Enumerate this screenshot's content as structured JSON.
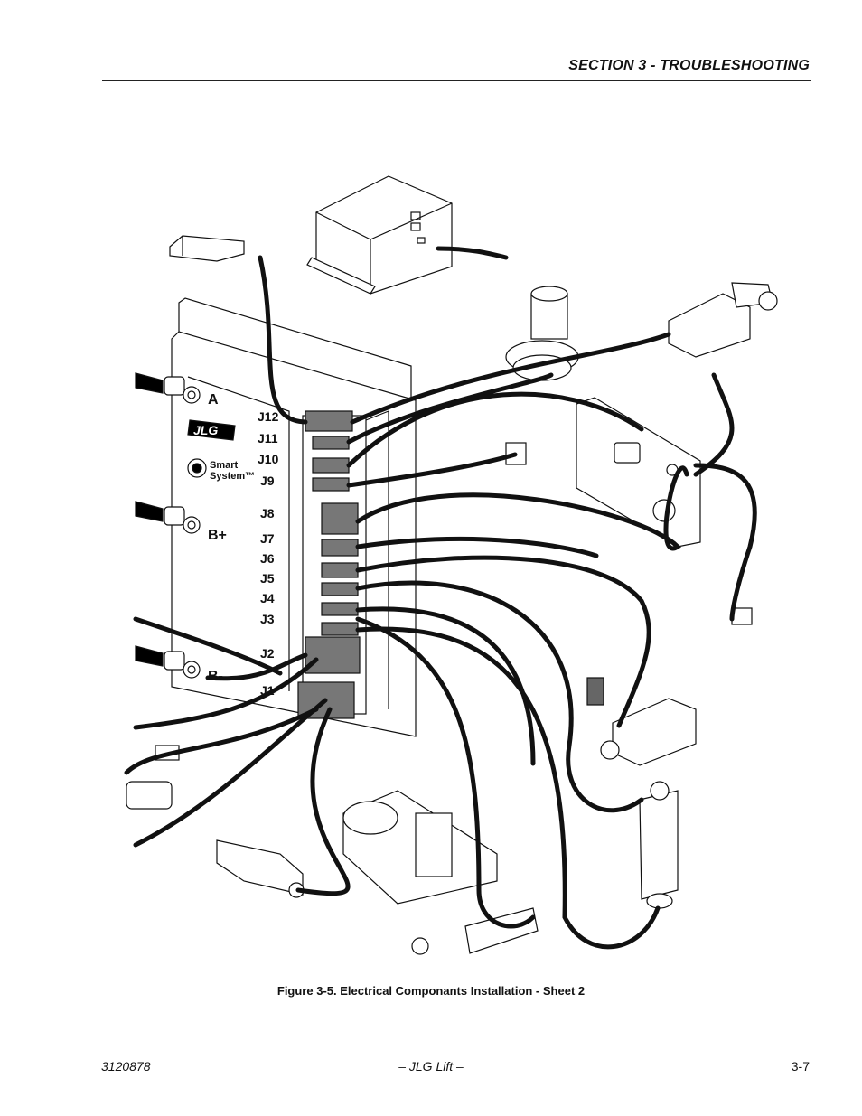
{
  "header": {
    "section_title": "SECTION 3 - TROUBLESHOOTING"
  },
  "figure": {
    "caption": "Figure 3-5.  Electrical Componants Installation - Sheet 2",
    "brand_logo_text": "JLG",
    "system_logo_text": [
      "Smart",
      "System™"
    ],
    "terminal_labels": {
      "a": "A",
      "b_plus": "B+",
      "b_minus": "B-"
    },
    "connector_labels": [
      "J12",
      "J11",
      "J10",
      "J9",
      "J8",
      "J7",
      "J6",
      "J5",
      "J4",
      "J3",
      "J2",
      "J1"
    ]
  },
  "footer": {
    "doc_number": "3120878",
    "center_text": "– JLG Lift –",
    "page_number": "3-7"
  }
}
